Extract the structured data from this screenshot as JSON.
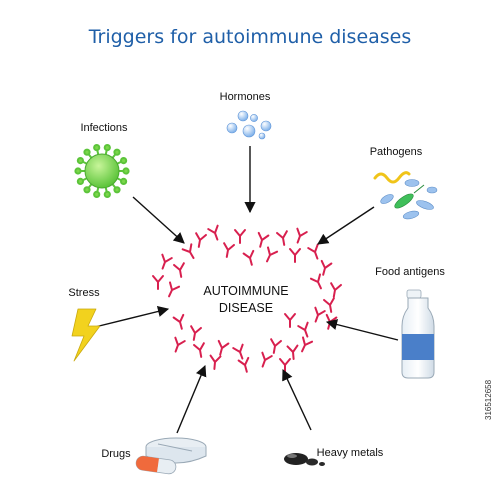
{
  "title": "Triggers for autoimmune diseases",
  "center": {
    "line1": "AUTOIMMUNE",
    "line2": "DISEASE"
  },
  "triggers": {
    "hormones": "Hormones",
    "infections": "Infections",
    "pathogens": "Pathogens",
    "food_antigens": "Food antigens",
    "stress": "Stress",
    "drugs": "Drugs",
    "heavy_metals": "Heavy metals"
  },
  "watermark": {
    "stock_id": "316512658"
  },
  "colors": {
    "title": "#1f5fa8",
    "antibody": "#d8204f",
    "virus": "#7bd64a",
    "lightning": "#f2d21e",
    "bottle_label": "#4a7fc9",
    "pathogen_yellow": "#f0c419",
    "pathogen_blue": "#9cc2ee",
    "arrow": "#111111"
  },
  "icons": [
    "virus-icon",
    "hormone-bubbles-icon",
    "pathogens-icon",
    "milk-bottle-icon",
    "lightning-icon",
    "pills-icon",
    "metal-drops-icon"
  ]
}
